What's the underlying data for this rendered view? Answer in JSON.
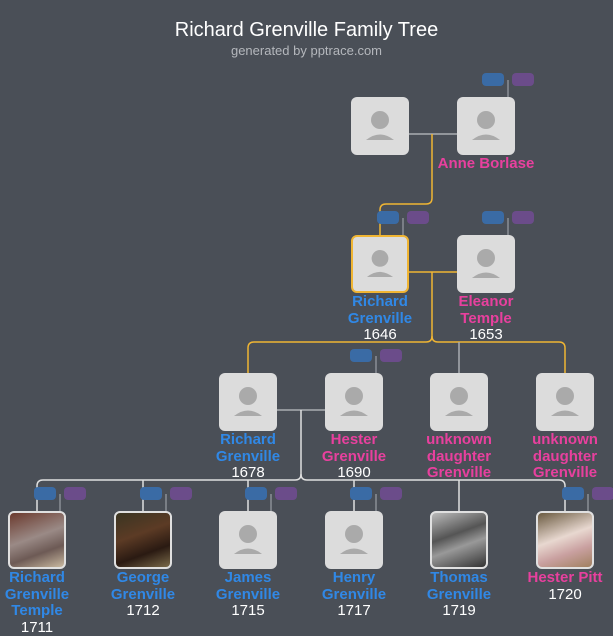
{
  "header": {
    "title": "Richard Grenville Family Tree",
    "subtitle": "generated by pptrace.com"
  },
  "colors": {
    "male": "#3088e6",
    "female": "#e8409e",
    "selected": "#f0b533",
    "background": "#4a4f57"
  },
  "people": [
    {
      "id": "p0",
      "name": "",
      "year": "",
      "gender": "m",
      "photo": false
    },
    {
      "id": "p1",
      "name": "Anne Borlase",
      "year": "",
      "gender": "f",
      "photo": false
    },
    {
      "id": "p2",
      "name": "Richard Grenville",
      "year": "1646",
      "gender": "m",
      "photo": false,
      "selected": true
    },
    {
      "id": "p3",
      "name": "Eleanor Temple",
      "year": "1653",
      "gender": "f",
      "photo": false
    },
    {
      "id": "p4",
      "name": "Richard Grenville",
      "year": "1678",
      "gender": "m",
      "photo": false
    },
    {
      "id": "p5",
      "name": "Hester Grenville",
      "year": "1690",
      "gender": "f",
      "photo": false
    },
    {
      "id": "p6",
      "name": "unknown daughter Grenville",
      "year": "",
      "gender": "f",
      "photo": false
    },
    {
      "id": "p7",
      "name": "unknown daughter Grenville",
      "year": "",
      "gender": "f",
      "photo": false
    },
    {
      "id": "p8",
      "name": "Richard Grenville Temple",
      "year": "1711",
      "gender": "m",
      "photo": true
    },
    {
      "id": "p9",
      "name": "George Grenville",
      "year": "1712",
      "gender": "m",
      "photo": true
    },
    {
      "id": "p10",
      "name": "James Grenville",
      "year": "1715",
      "gender": "m",
      "photo": false
    },
    {
      "id": "p11",
      "name": "Henry Grenville",
      "year": "1717",
      "gender": "m",
      "photo": false
    },
    {
      "id": "p12",
      "name": "Thomas Grenville",
      "year": "1719",
      "gender": "m",
      "photo": true
    },
    {
      "id": "p13",
      "name": "Hester Pitt",
      "year": "1720",
      "gender": "f",
      "photo": true
    }
  ]
}
